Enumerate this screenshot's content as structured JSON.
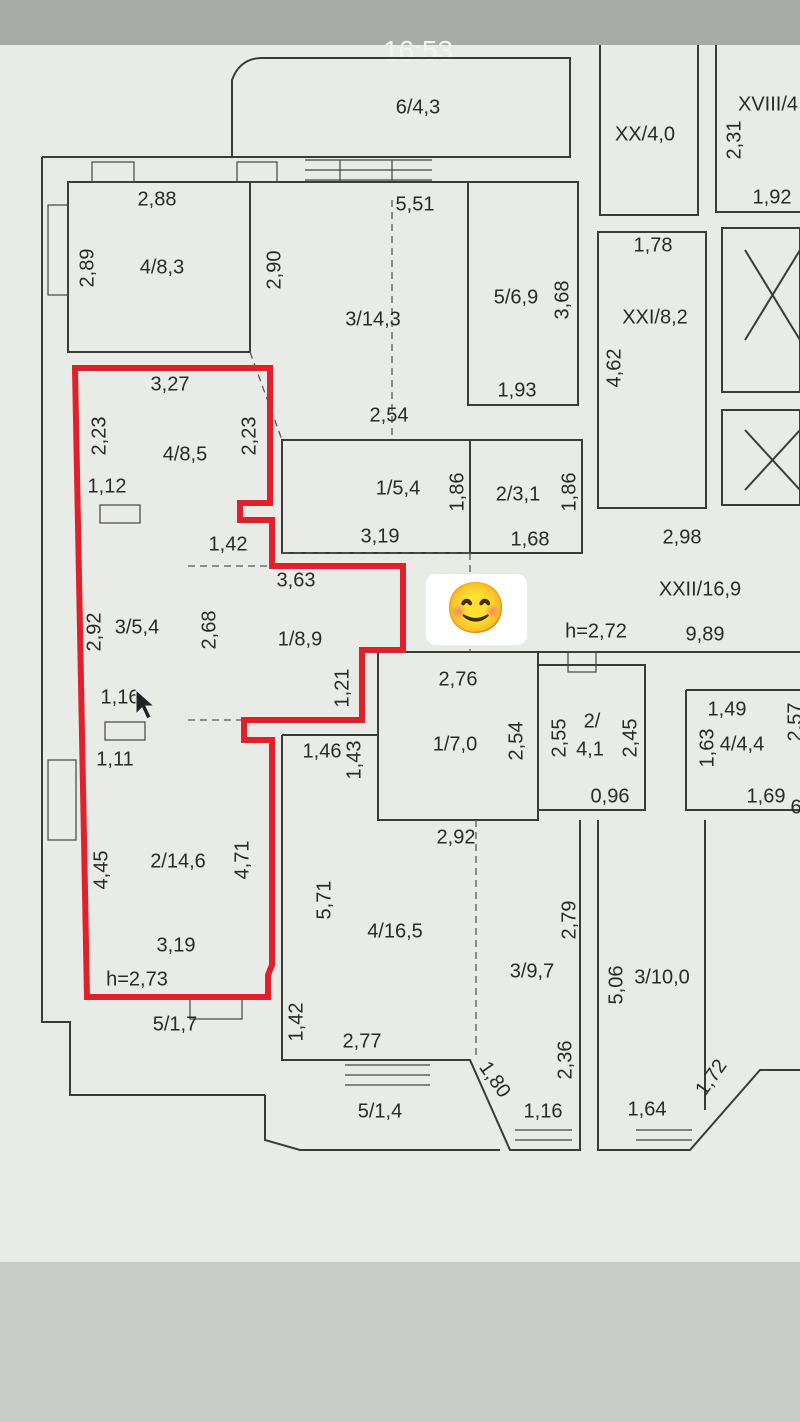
{
  "status_bar": {
    "time": "16:53"
  },
  "emoji": "😊",
  "colors": {
    "highlight": "#e0202a",
    "paper": "#e9ebe7",
    "band_top": "#a9aba7",
    "band_bottom": "#c9ccc6"
  },
  "labels": [
    "6/4,3",
    "XX/4,0",
    "XVIII/4",
    "2,31",
    "1,92",
    "2,88",
    "5,51",
    "2,89",
    "4/8,3",
    "2,90",
    "3/14,3",
    "5/6,9",
    "3,68",
    "1,78",
    "XXI/8,2",
    "4,62",
    "3,27",
    "2,23",
    "4/8,5",
    "2,23",
    "2,54",
    "1,93",
    "1/5,4",
    "1,86",
    "2/3,1",
    "1,86",
    "1,12",
    "1,42",
    "3,19",
    "1,68",
    "2,98",
    "3,63",
    "XXII/16,9",
    "2,92",
    "3/5,4",
    "2,68",
    "1/8,9",
    "h=2,72",
    "9,89",
    "1,21",
    "2,76",
    "1,16",
    "1,11",
    "1,46",
    "1,43",
    "1/7,0",
    "2,54",
    "2,55",
    "2/",
    "4,1",
    "2,45",
    "1,49",
    "1,63",
    "4/4,4",
    "2,57",
    "0,96",
    "1,69",
    "2,92",
    "6",
    "4,45",
    "2/14,6",
    "4,71",
    "5,71",
    "4/16,5",
    "2,79",
    "3/9,7",
    "5,06",
    "3/10,0",
    "3,19",
    "h=2,73",
    "1,42",
    "5/1,7",
    "2,77",
    "2,36",
    "1,80",
    "1,72",
    "5/1,4",
    "1,16",
    "1,64"
  ]
}
